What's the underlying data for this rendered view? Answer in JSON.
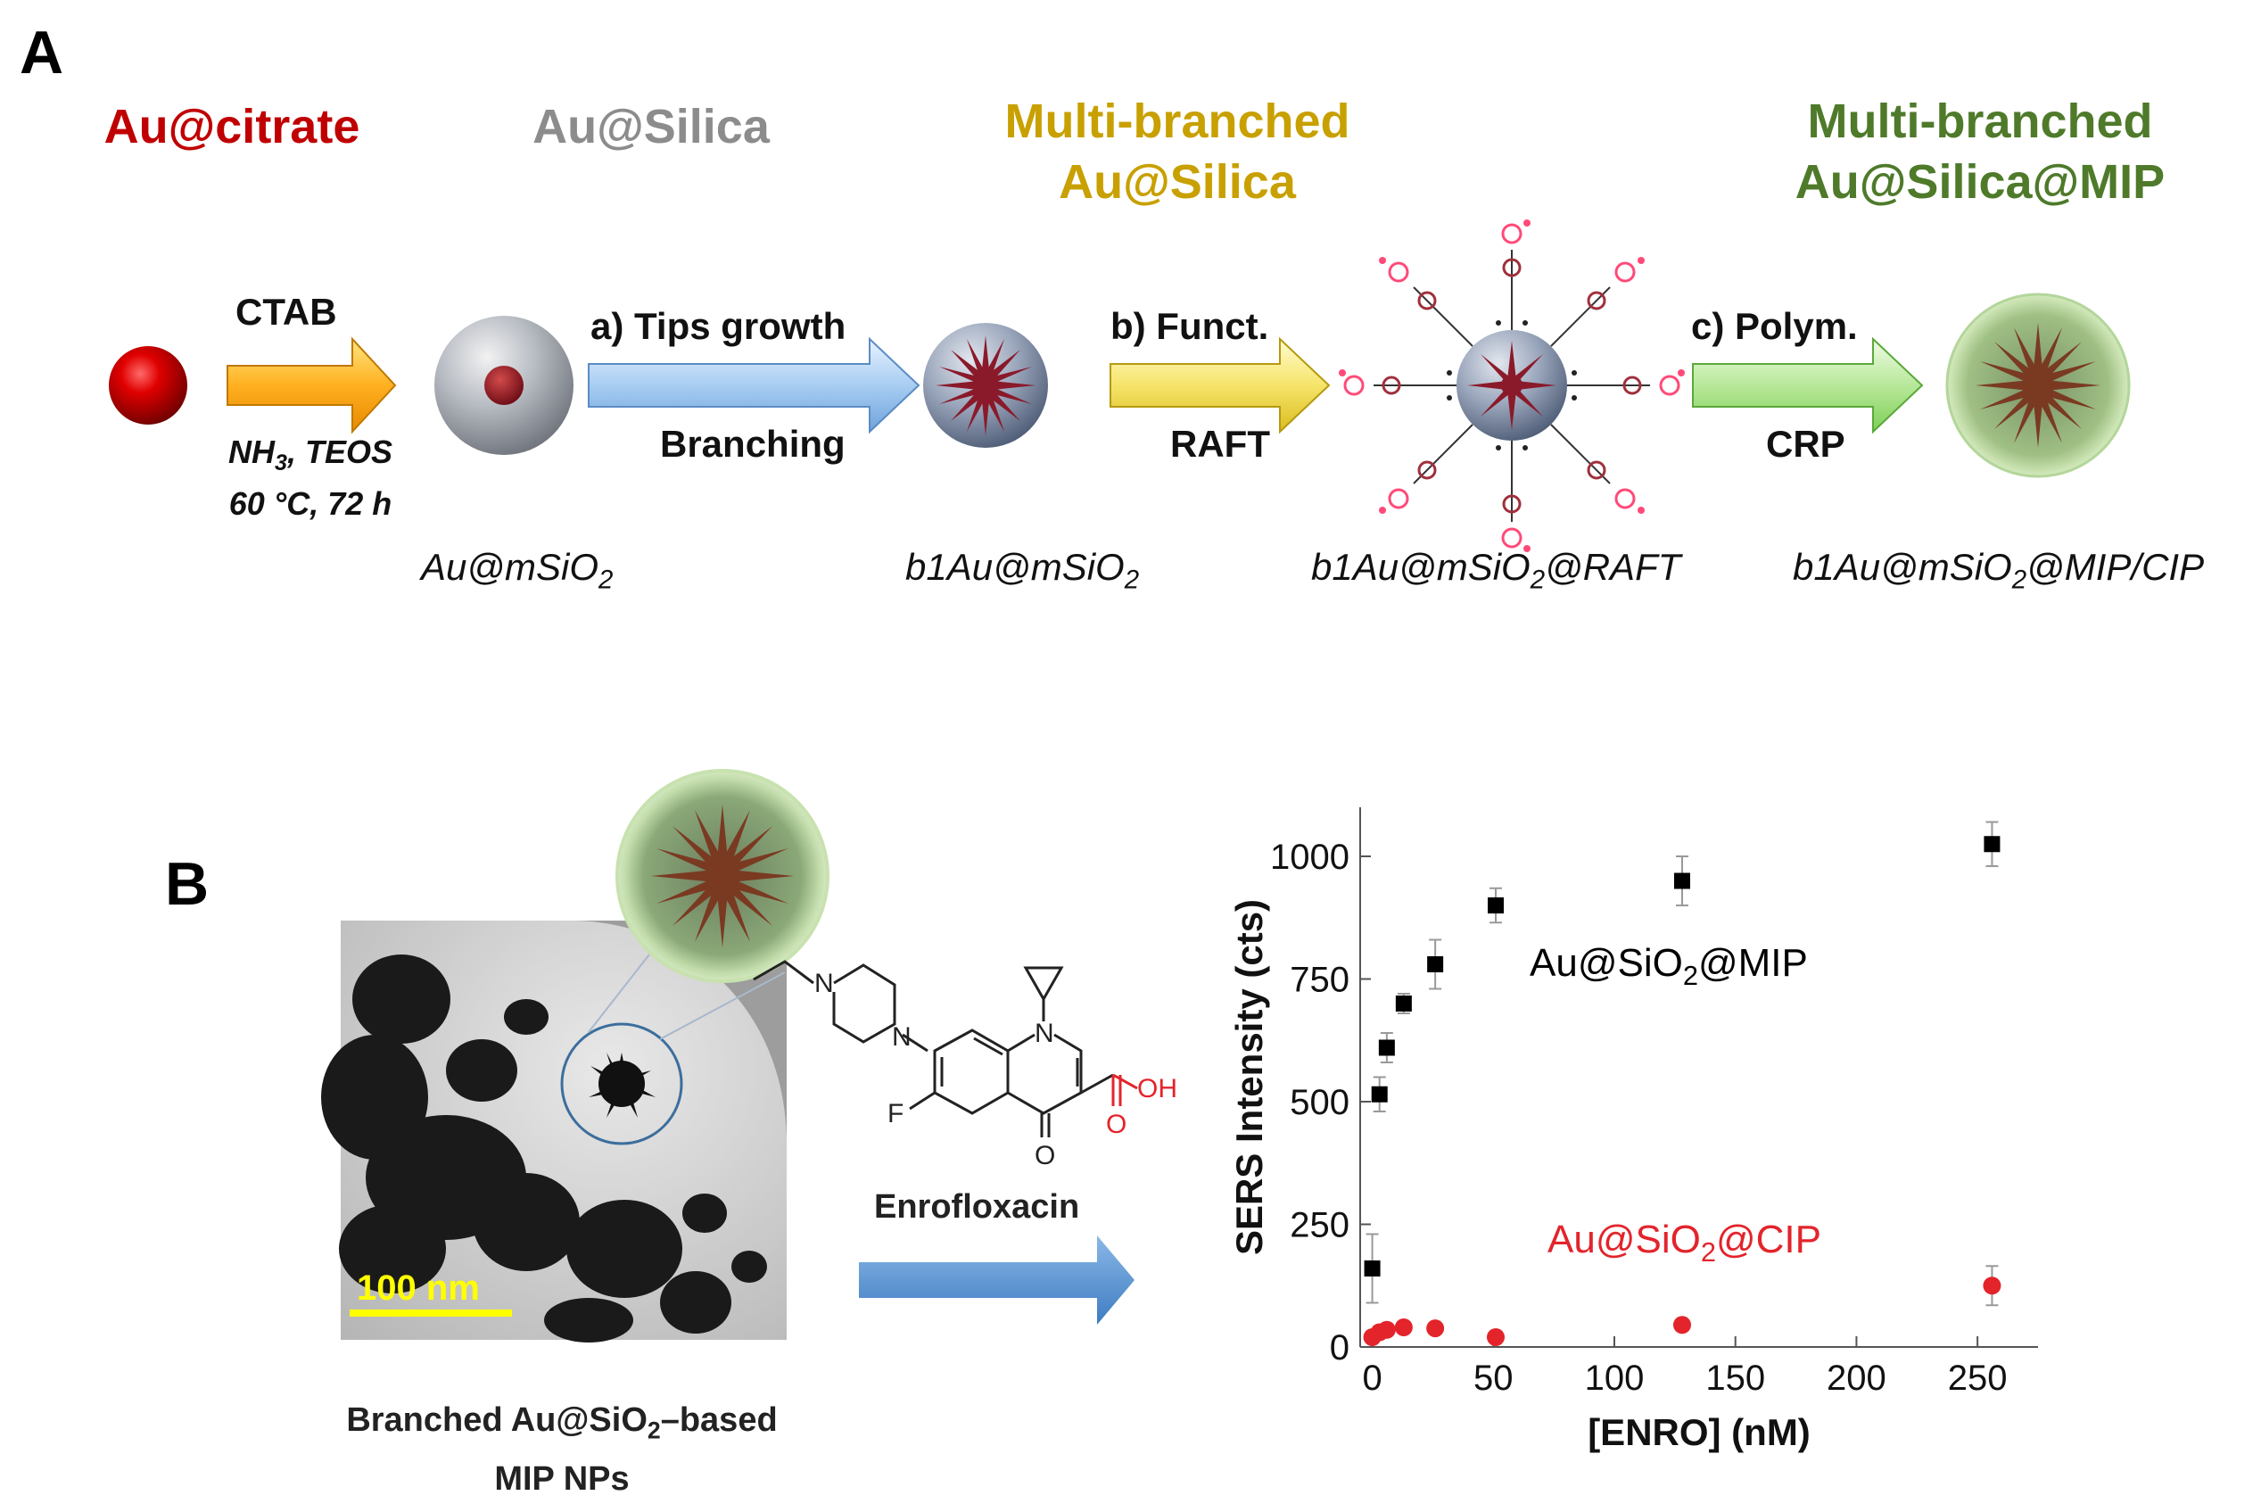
{
  "panel_a": {
    "letter": "A",
    "stages": [
      {
        "title": "Au@citrate",
        "color": "#c00000"
      },
      {
        "title": "Au@Silica",
        "color": "#8c8c8c"
      },
      {
        "title": "Multi-branched Au@Silica",
        "line1": "Multi-branched",
        "line2": "Au@Silica",
        "color": "#c8a000"
      },
      {
        "title": "Multi-branched Au@Silica@MIP",
        "line1": "Multi-branched",
        "line2": "Au@Silica@MIP",
        "color": "#4e7a2a"
      }
    ],
    "steps": [
      {
        "top": "CTAB",
        "conditions_line1": "NH",
        "conditions_sub": "3",
        "conditions_rest": ", TEOS",
        "conditions_line2": "60 °C, 72 h"
      },
      {
        "top": "a) Tips growth",
        "bottom": "Branching"
      },
      {
        "top": "b) Funct.",
        "bottom": "RAFT"
      },
      {
        "top": "c) Polym.",
        "bottom": "CRP"
      }
    ],
    "products": [
      {
        "main": "Au@mSiO",
        "sub": "2",
        "rest": ""
      },
      {
        "main": "b1Au@mSiO",
        "sub": "2",
        "rest": ""
      },
      {
        "main": "b1Au@mSiO",
        "sub": "2",
        "rest": "@RAFT"
      },
      {
        "main": "b1Au@mSiO",
        "sub": "2",
        "rest": "@MIP/CIP"
      }
    ]
  },
  "panel_b": {
    "letter": "B",
    "scale_bar": "100 nm",
    "molecule_name": "Enrofloxacin",
    "caption_line1_a": "Branched Au@SiO",
    "caption_line1_sub": "2",
    "caption_line1_b": "–based",
    "caption_line2": "MIP NPs",
    "atoms": {
      "n1": "N",
      "n2": "N",
      "n3": "N",
      "f": "F",
      "o_keto": "O",
      "o_acid": "O",
      "oh": "OH"
    }
  },
  "chart_data": {
    "type": "scatter",
    "xlabel": "[ENRO] (nM)",
    "ylabel": "SERS Intensity (cts)",
    "xlim": [
      -5,
      275
    ],
    "ylim": [
      0,
      1100
    ],
    "x_ticks": [
      0,
      50,
      100,
      150,
      200,
      250
    ],
    "y_ticks": [
      0,
      250,
      500,
      750,
      1000
    ],
    "series": [
      {
        "name": "Au@SiO2@MIP",
        "label_main": "Au@SiO",
        "label_sub": "2",
        "label_rest": "@MIP",
        "color": "#000000",
        "marker": "square",
        "points": [
          {
            "x": 0,
            "y": 160,
            "err": 70
          },
          {
            "x": 3,
            "y": 515,
            "err": 35
          },
          {
            "x": 6,
            "y": 610,
            "err": 30
          },
          {
            "x": 13,
            "y": 700,
            "err": 20
          },
          {
            "x": 26,
            "y": 780,
            "err": 50
          },
          {
            "x": 51,
            "y": 900,
            "err": 35
          },
          {
            "x": 128,
            "y": 950,
            "err": 50
          },
          {
            "x": 256,
            "y": 1025,
            "err": 45
          }
        ]
      },
      {
        "name": "Au@SiO2@CIP",
        "label_main": "Au@SiO",
        "label_sub": "2",
        "label_rest": "@CIP",
        "color": "#e3242b",
        "marker": "circle",
        "points": [
          {
            "x": 0,
            "y": 20,
            "err": 5
          },
          {
            "x": 3,
            "y": 30,
            "err": 5
          },
          {
            "x": 6,
            "y": 35,
            "err": 5
          },
          {
            "x": 13,
            "y": 40,
            "err": 5
          },
          {
            "x": 26,
            "y": 38,
            "err": 5
          },
          {
            "x": 51,
            "y": 20,
            "err": 5
          },
          {
            "x": 128,
            "y": 45,
            "err": 8
          },
          {
            "x": 256,
            "y": 125,
            "err": 40
          }
        ]
      }
    ]
  }
}
